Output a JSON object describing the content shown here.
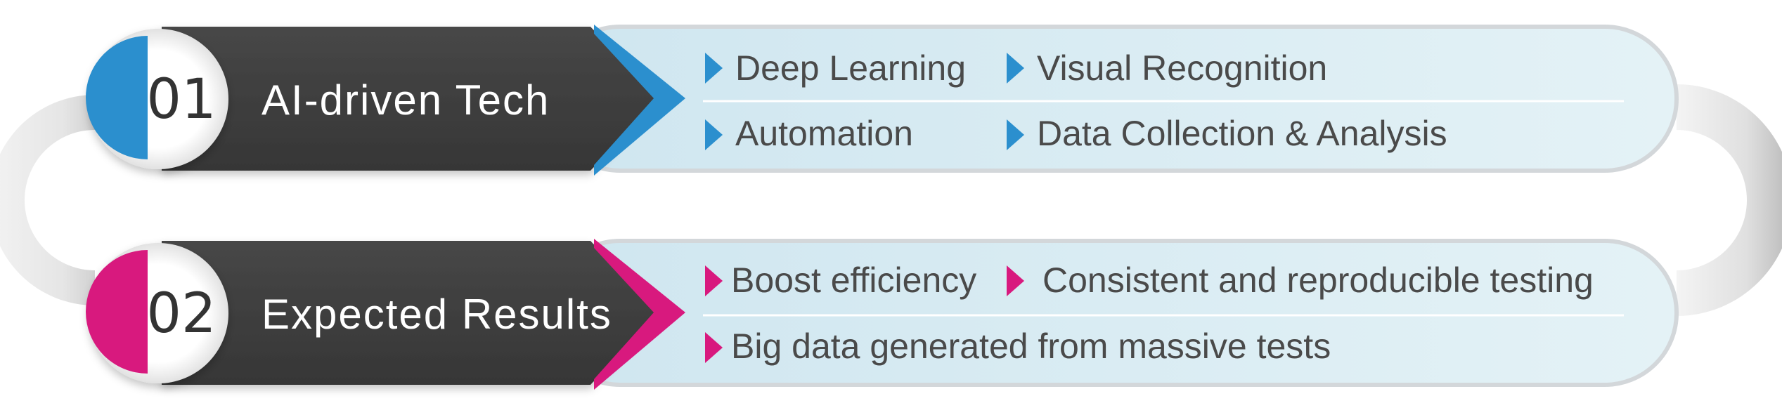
{
  "rows": [
    {
      "number": "01",
      "title": "AI-driven Tech",
      "accent": "#2b8fce",
      "accent_dark": "#1d6fa8",
      "items": [
        [
          "Deep Learning",
          "Visual Recognition"
        ],
        [
          "Automation",
          "Data Collection & Analysis"
        ]
      ]
    },
    {
      "number": "02",
      "title": "Expected Results",
      "accent": "#d8197e",
      "accent_dark": "#a8136a",
      "items": [
        [
          "Boost efficiency",
          "Consistent and reproducible testing"
        ],
        [
          "Big data generated from massive tests"
        ]
      ]
    }
  ],
  "colors": {
    "label_bar": "#3e3e3e",
    "content_fill": "#dcedf3",
    "content_border": "#d6d9dc",
    "text": "#4a4a4a",
    "connector": "#d9d9d9"
  }
}
